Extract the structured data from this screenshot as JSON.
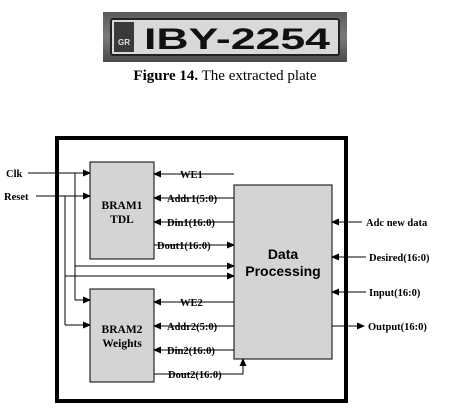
{
  "plate": {
    "text": "IBY-2254",
    "badge": "GR"
  },
  "caption": {
    "label": "Figure 14.",
    "text": " The extracted plate"
  },
  "diagram": {
    "inputs": {
      "clk": "Clk",
      "reset": "Reset"
    },
    "bram1": {
      "line1": "BRAM1",
      "line2": "TDL"
    },
    "bram2": {
      "line1": "BRAM2",
      "line2": "Weights"
    },
    "processing": {
      "line1": "Data",
      "line2": "Processing"
    },
    "signals1": {
      "we": "WE1",
      "addr": "Addr1(5:0)",
      "din": "Din1(16:0)",
      "dout": "Dout1(16:0)"
    },
    "signals2": {
      "we": "WE2",
      "addr": "Addr2(5:0)",
      "din": "Din2(16:0)",
      "dout": "Dout2(16:0)"
    },
    "ports": {
      "adc": "Adc new data",
      "desired": "Desired(16:0)",
      "input": "Input(16:0)",
      "output": "Output(16:0)"
    }
  }
}
